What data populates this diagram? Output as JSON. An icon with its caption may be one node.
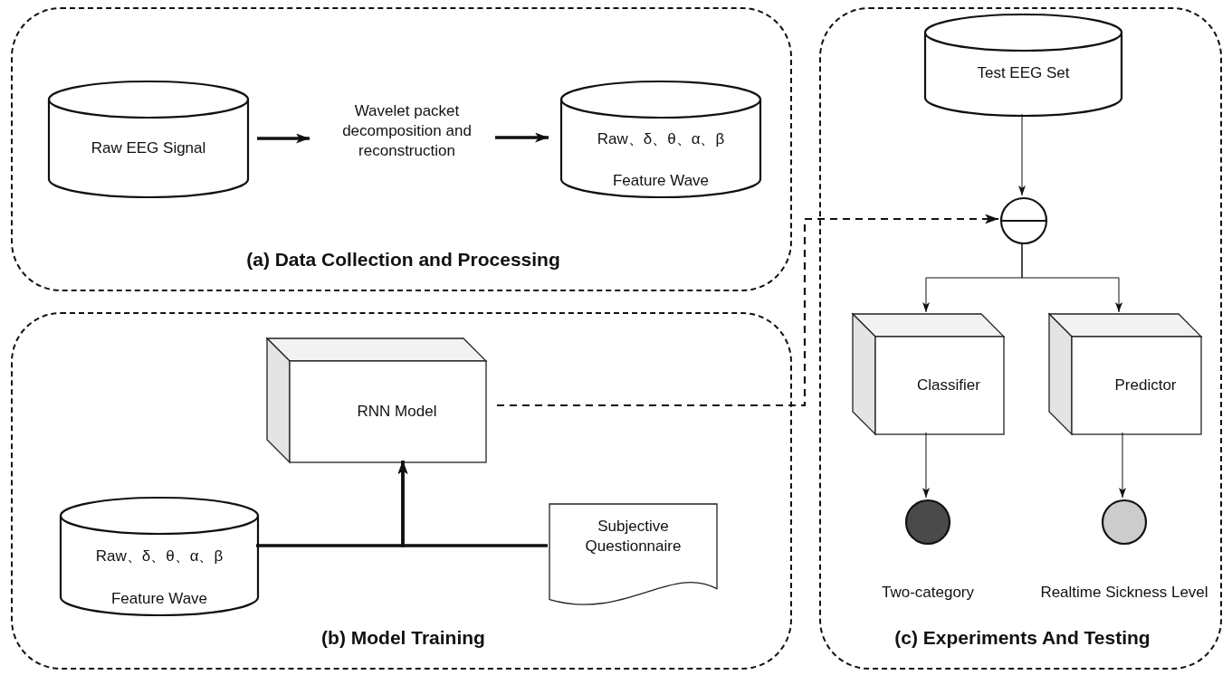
{
  "diagram": {
    "nodes": [
      {
        "text": [
          "(a) Data Collection and Processing"
        ]
      },
      {
        "text": [
          "Raw EEG Signal"
        ],
        "in": 0
      },
      {
        "text": [
          "Wavelet packet decomposition and reconstruction"
        ],
        "in": 0
      },
      {
        "text": [
          "Raw、δ、θ、α、β",
          "Feature Wave"
        ],
        "in": 0
      },
      {
        "text": [
          "(b) Model Training"
        ]
      },
      {
        "text": [
          "RNN Model"
        ],
        "in": 4
      },
      {
        "text": [
          "Raw、δ、θ、α、β",
          "Feature Wave"
        ],
        "in": 4
      },
      {
        "text": [
          "Subjective Questionnaire"
        ],
        "in": 4
      },
      {
        "text": [
          "(c) Experiments And Testing"
        ]
      },
      {
        "text": [
          "Test EEG Set"
        ],
        "in": 8
      },
      {
        "text": [],
        "shape": "circle",
        "in": 8
      },
      {
        "text": [
          "Classifier"
        ],
        "in": 8
      },
      {
        "text": [
          "Predictor"
        ],
        "in": 8
      },
      {
        "text": [],
        "shape": "circle",
        "beside": [
          "Two-category"
        ],
        "in": 8
      },
      {
        "text": [],
        "shape": "circle",
        "beside": [
          "Realtime Sickness Level"
        ],
        "in": 8
      }
    ],
    "edges": [
      {
        "from": 1,
        "to": 2,
        "arrow": "to",
        "style": "thick"
      },
      {
        "from": 2,
        "to": 3,
        "arrow": "to",
        "style": "thick"
      },
      {
        "from": 6,
        "to": 5,
        "arrow": "to",
        "style": "thick"
      },
      {
        "from": 7,
        "to": 5,
        "arrow": "to",
        "style": "thick"
      },
      {
        "from": 5,
        "to": 10,
        "arrow": "to",
        "style": "dashed"
      },
      {
        "from": 9,
        "to": 10,
        "arrow": "to"
      },
      {
        "from": 10,
        "to": 11,
        "arrow": "to"
      },
      {
        "from": 10,
        "to": 12,
        "arrow": "to"
      },
      {
        "from": 11,
        "to": 13,
        "arrow": "to"
      },
      {
        "from": 12,
        "to": 14,
        "arrow": "to"
      }
    ]
  }
}
